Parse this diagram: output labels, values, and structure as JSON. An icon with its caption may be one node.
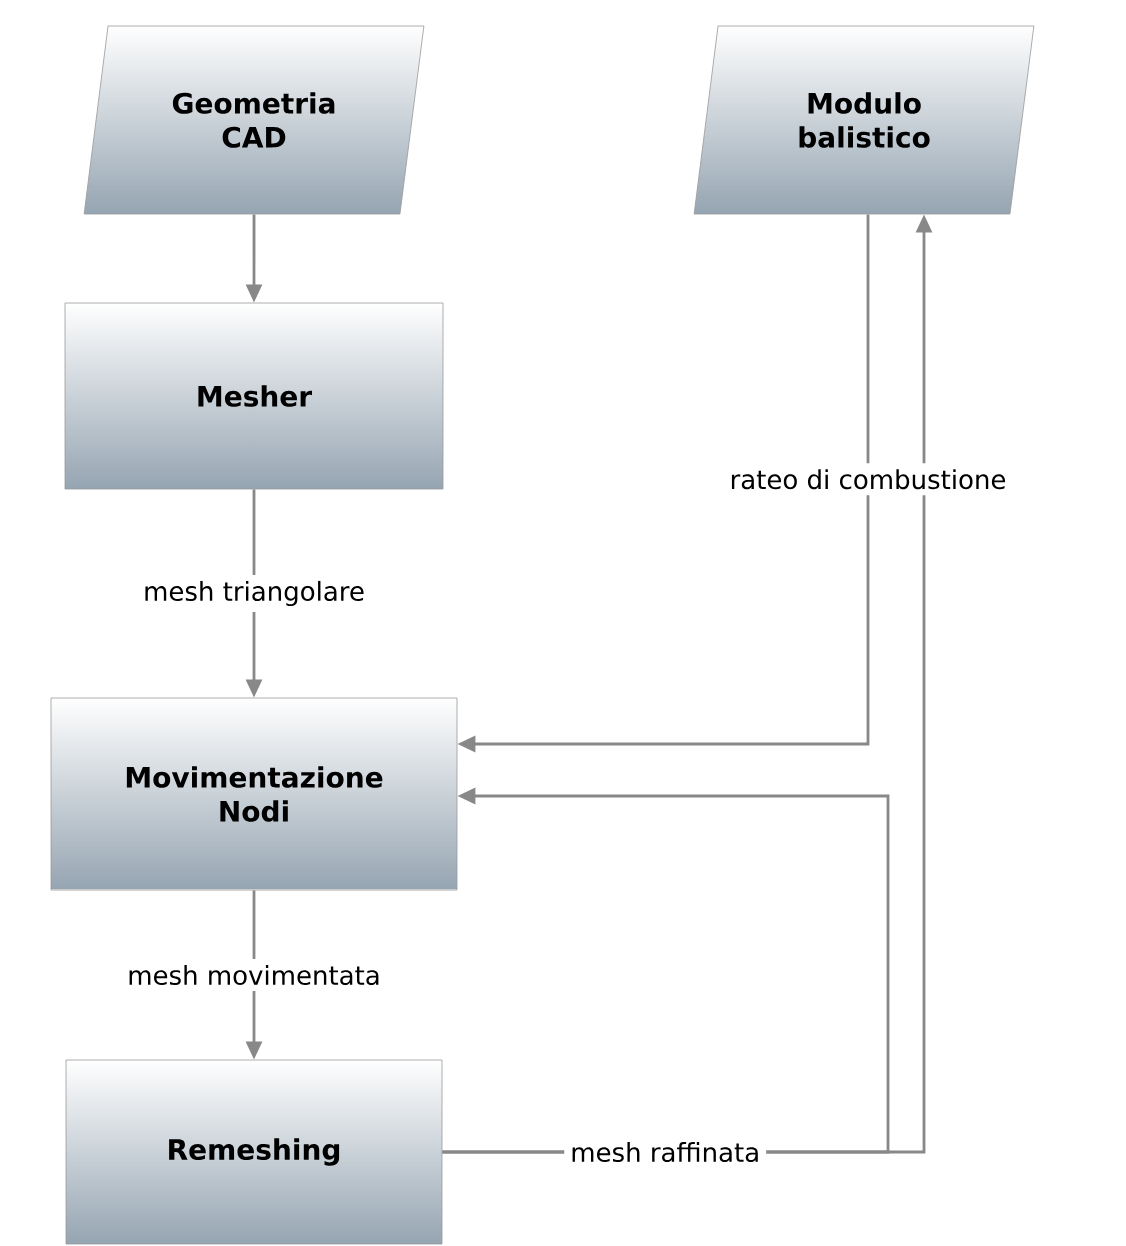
{
  "diagram": {
    "nodes": [
      {
        "text": [
          "Geometria CAD"
        ]
      },
      {
        "text": [
          "Modulo balistico"
        ]
      },
      {
        "text": [
          "Mesher"
        ]
      },
      {
        "text": [
          "Movimentazione Nodi"
        ]
      },
      {
        "text": [
          "Remeshing"
        ]
      }
    ],
    "edges": [
      {
        "from": 0,
        "to": 2,
        "arrow": "to"
      },
      {
        "from": 2,
        "to": 3,
        "arrow": "to",
        "label": "mesh triangolare"
      },
      {
        "from": 1,
        "to": 3,
        "arrow": "to",
        "label": "rateo di combustione"
      },
      {
        "from": 3,
        "to": 4,
        "arrow": "to",
        "label": "mesh movimentata"
      },
      {
        "from": 4,
        "to": 3,
        "arrow": "to",
        "label": "mesh raffinata"
      },
      {
        "from": 4,
        "to": 1,
        "arrow": "to"
      }
    ]
  }
}
